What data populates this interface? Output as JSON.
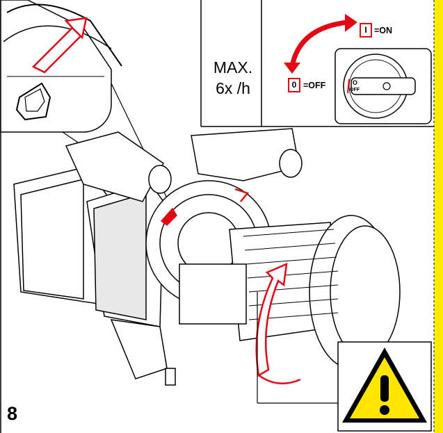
{
  "frequency": {
    "line1": "MAX.",
    "line2": "6x /h"
  },
  "switch": {
    "on_symbol": "I",
    "on_label": "=ON",
    "off_symbol": "0",
    "off_label": "=OFF",
    "dial_on": "O",
    "dial_off": "OFF"
  },
  "figure_number": "8",
  "colors": {
    "accent_red": "#e30613",
    "yellow_strip": "#ffea00",
    "warning_yellow": "#ffe600"
  },
  "icons": [
    "rotation-arrow-icon",
    "warning-triangle-icon",
    "rotary-switch-icon"
  ]
}
